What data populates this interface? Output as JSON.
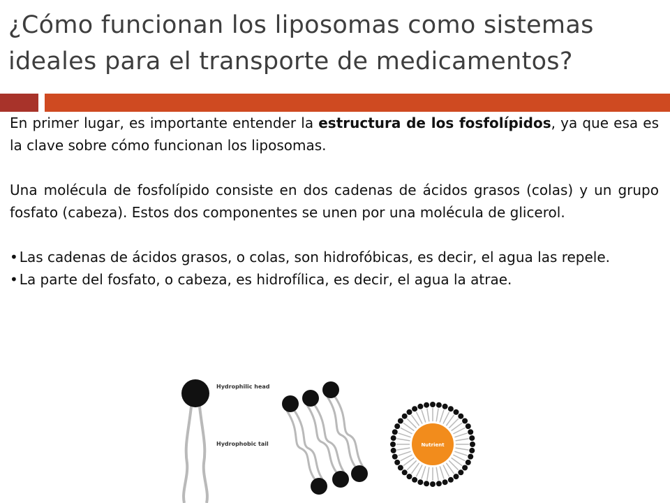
{
  "title": "¿Cómo funcionan los liposomas como sistemas ideales para el transporte de medicamentos?",
  "paragraph1": {
    "before": "En primer lugar, es importante entender la ",
    "bold": "estructura de los fosfolípidos",
    "after": ", ya que esa es la clave sobre cómo funcionan los liposomas."
  },
  "paragraph2": "Una molécula de fosfolípido consiste en dos cadenas de ácidos grasos (colas) y un grupo fosfato (cabeza). Estos dos componentes se unen por una molécula de glicerol.",
  "bullets": [
    "Las cadenas de ácidos grasos, o colas, son hidrofóbicas, es decir, el agua las repele.",
    "La parte del fosfato, o cabeza, es hidrofílica, es decir, el agua la atrae."
  ],
  "bullet_symbol": "•",
  "figure": {
    "label_head": "Hydrophilic head",
    "label_tail": "Hydrophobic tail",
    "nutrient_label": "Nutrient"
  },
  "colors": {
    "title": "#3e3e3e",
    "bar_dark": "#a8332a",
    "bar_accent": "#cf4a21",
    "nutrient": "#f28c1c"
  }
}
